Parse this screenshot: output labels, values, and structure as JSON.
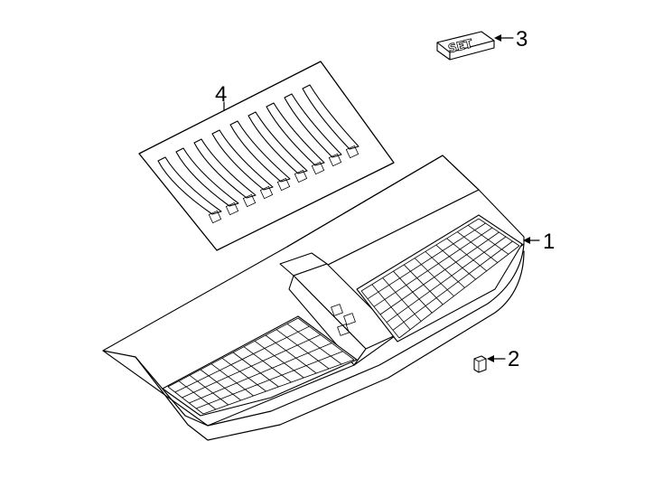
{
  "callouts": [
    {
      "id": "1",
      "label": "1"
    },
    {
      "id": "2",
      "label": "2"
    },
    {
      "id": "3",
      "label": "3"
    },
    {
      "id": "4",
      "label": "4"
    }
  ],
  "emblem_text": "SET",
  "colors": {
    "line": "#000000",
    "background": "#ffffff"
  }
}
